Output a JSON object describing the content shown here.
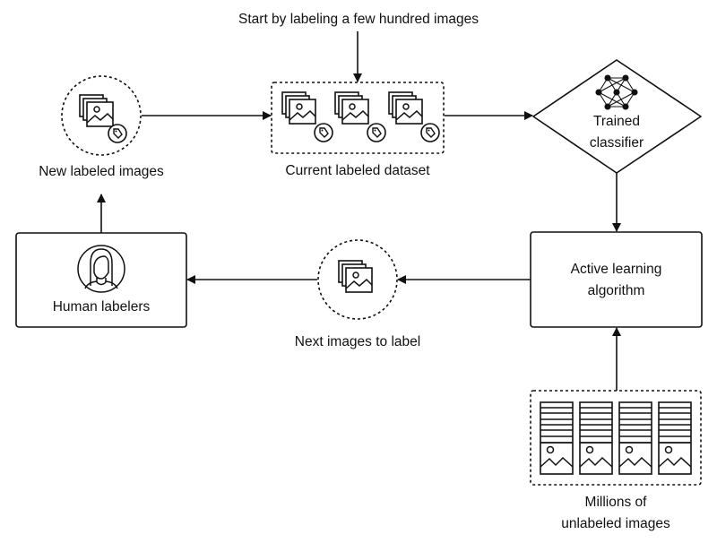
{
  "diagram": {
    "title": "Active learning loop",
    "start_note": "Start by labeling a few hundred images",
    "nodes": {
      "new_labeled_images": {
        "label": "New labeled images",
        "icon": "image-stack-with-tag-icon"
      },
      "current_labeled_dataset": {
        "label": "Current labeled dataset",
        "icon": "image-stack-with-tag-icon",
        "icon_count": 3
      },
      "trained_classifier": {
        "line1": "Trained",
        "line2": "classifier",
        "icon": "neural-network-icon",
        "shape": "diamond"
      },
      "active_learning_algorithm": {
        "line1": "Active learning",
        "line2": "algorithm",
        "shape": "rectangle"
      },
      "human_labelers": {
        "label": "Human labelers",
        "icon": "person-avatar-icon",
        "shape": "rectangle"
      },
      "next_images_to_label": {
        "label": "Next images to label",
        "icon": "image-stack-icon"
      },
      "unlabeled_images": {
        "line1": "Millions of",
        "line2": "unlabeled images",
        "icon": "image-column-icon",
        "icon_count": 4
      }
    },
    "edges": [
      {
        "from": "start_note",
        "to": "current_labeled_dataset"
      },
      {
        "from": "new_labeled_images",
        "to": "current_labeled_dataset"
      },
      {
        "from": "current_labeled_dataset",
        "to": "trained_classifier"
      },
      {
        "from": "trained_classifier",
        "to": "active_learning_algorithm"
      },
      {
        "from": "unlabeled_images",
        "to": "active_learning_algorithm"
      },
      {
        "from": "active_learning_algorithm",
        "to": "next_images_to_label"
      },
      {
        "from": "next_images_to_label",
        "to": "human_labelers"
      },
      {
        "from": "human_labelers",
        "to": "new_labeled_images"
      }
    ],
    "colors": {
      "stroke": "#111111",
      "background": "#ffffff"
    }
  }
}
